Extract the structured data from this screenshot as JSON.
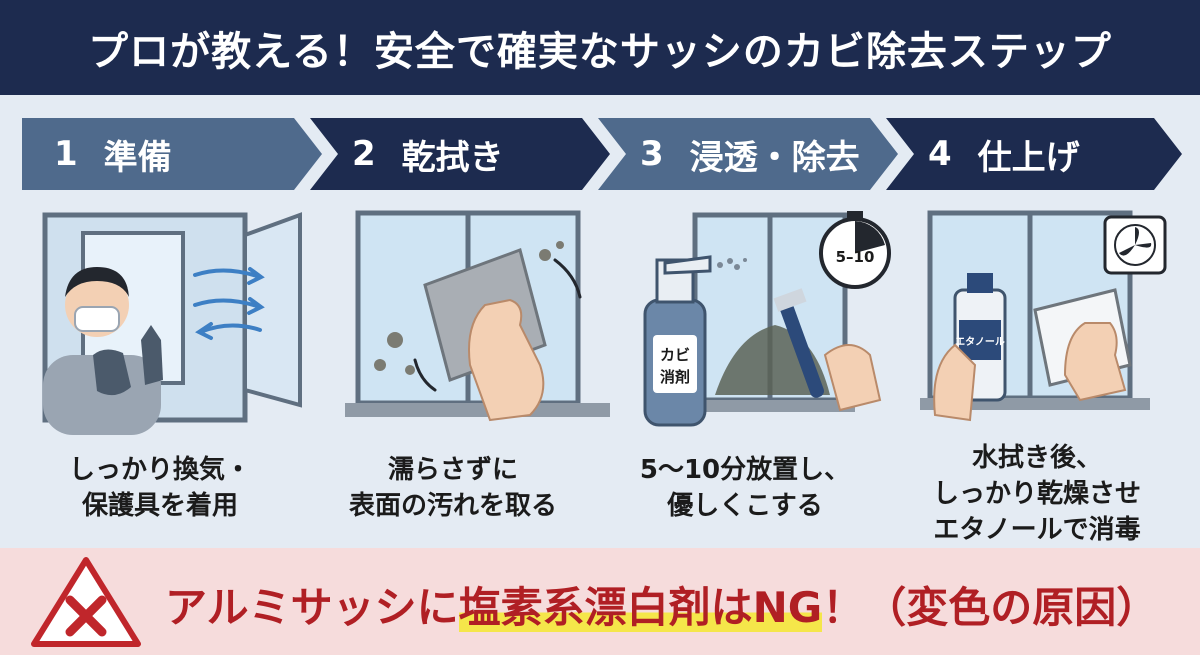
{
  "title": "プロが教える！安全で確実なサッシのカビ除去ステップ",
  "steps": [
    {
      "num": "1",
      "label": "準備",
      "caption": [
        "しっかり換気・",
        "保護具を着用"
      ]
    },
    {
      "num": "2",
      "label": "乾拭き",
      "caption": [
        "濡らさずに",
        "表面の汚れを取る"
      ]
    },
    {
      "num": "3",
      "label": "浸透・除去",
      "caption": [
        "5〜10分放置し、",
        "優しくこする"
      ]
    },
    {
      "num": "4",
      "label": "仕上げ",
      "caption": [
        "水拭き後、",
        "しっかり乾燥させ",
        "エタノールで消毒"
      ]
    }
  ],
  "illustrations": {
    "spray_label_line1": "カビ",
    "spray_label_line2": "消剤",
    "timer_label": "5–10",
    "bottle_label": "エタノール"
  },
  "warning": {
    "prefix": "アルミサッシに",
    "highlight": "塩素系漂白剤はNG",
    "suffix": "！（変色の原因）"
  },
  "colors": {
    "navy": "#1d2b4f",
    "slate": "#4f6a8c",
    "warning_red": "#b01f24",
    "warning_bg": "#f6dcdc",
    "highlight": "#f5e64a"
  }
}
